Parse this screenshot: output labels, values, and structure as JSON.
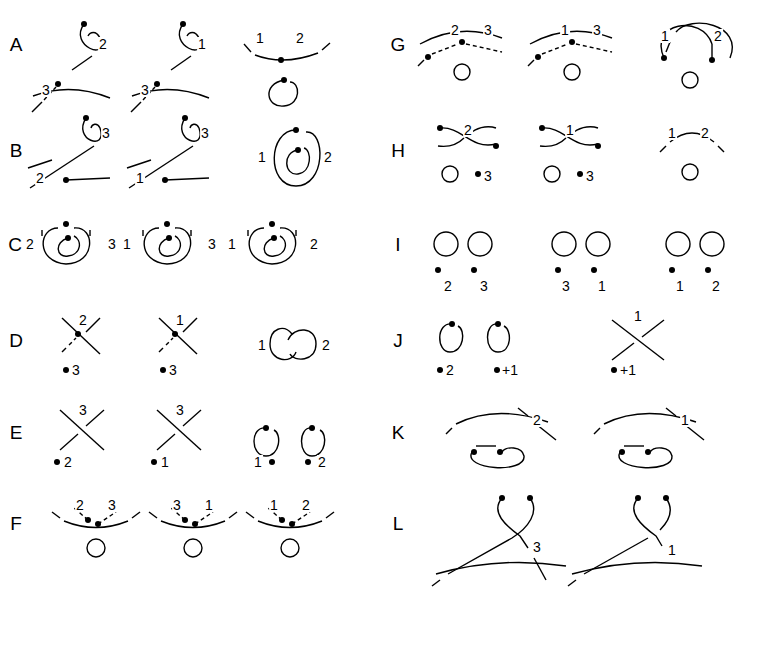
{
  "diagram": {
    "labels": [
      "A",
      "2",
      "3",
      "1",
      "3",
      "1",
      "2",
      "G",
      "2",
      "3",
      "1",
      "3",
      "1",
      "2",
      "B",
      "3",
      "2",
      "3",
      "1",
      "1",
      "2",
      "H",
      "2",
      "3",
      "1",
      "3",
      "1",
      "2",
      "C",
      "2",
      "3",
      "1",
      "3",
      "1",
      "2",
      "I",
      "2",
      "3",
      "3",
      "1",
      "1",
      "2",
      "D",
      "2",
      "3",
      "1",
      "3",
      "1",
      "2",
      "J",
      "2",
      "+1",
      "1",
      "+1",
      "E",
      "3",
      "2",
      "3",
      "1",
      "1",
      "2",
      "K",
      "2",
      "1",
      "F",
      "2",
      "3",
      "3",
      "1",
      "1",
      "2",
      "L",
      "3",
      "1"
    ]
  }
}
